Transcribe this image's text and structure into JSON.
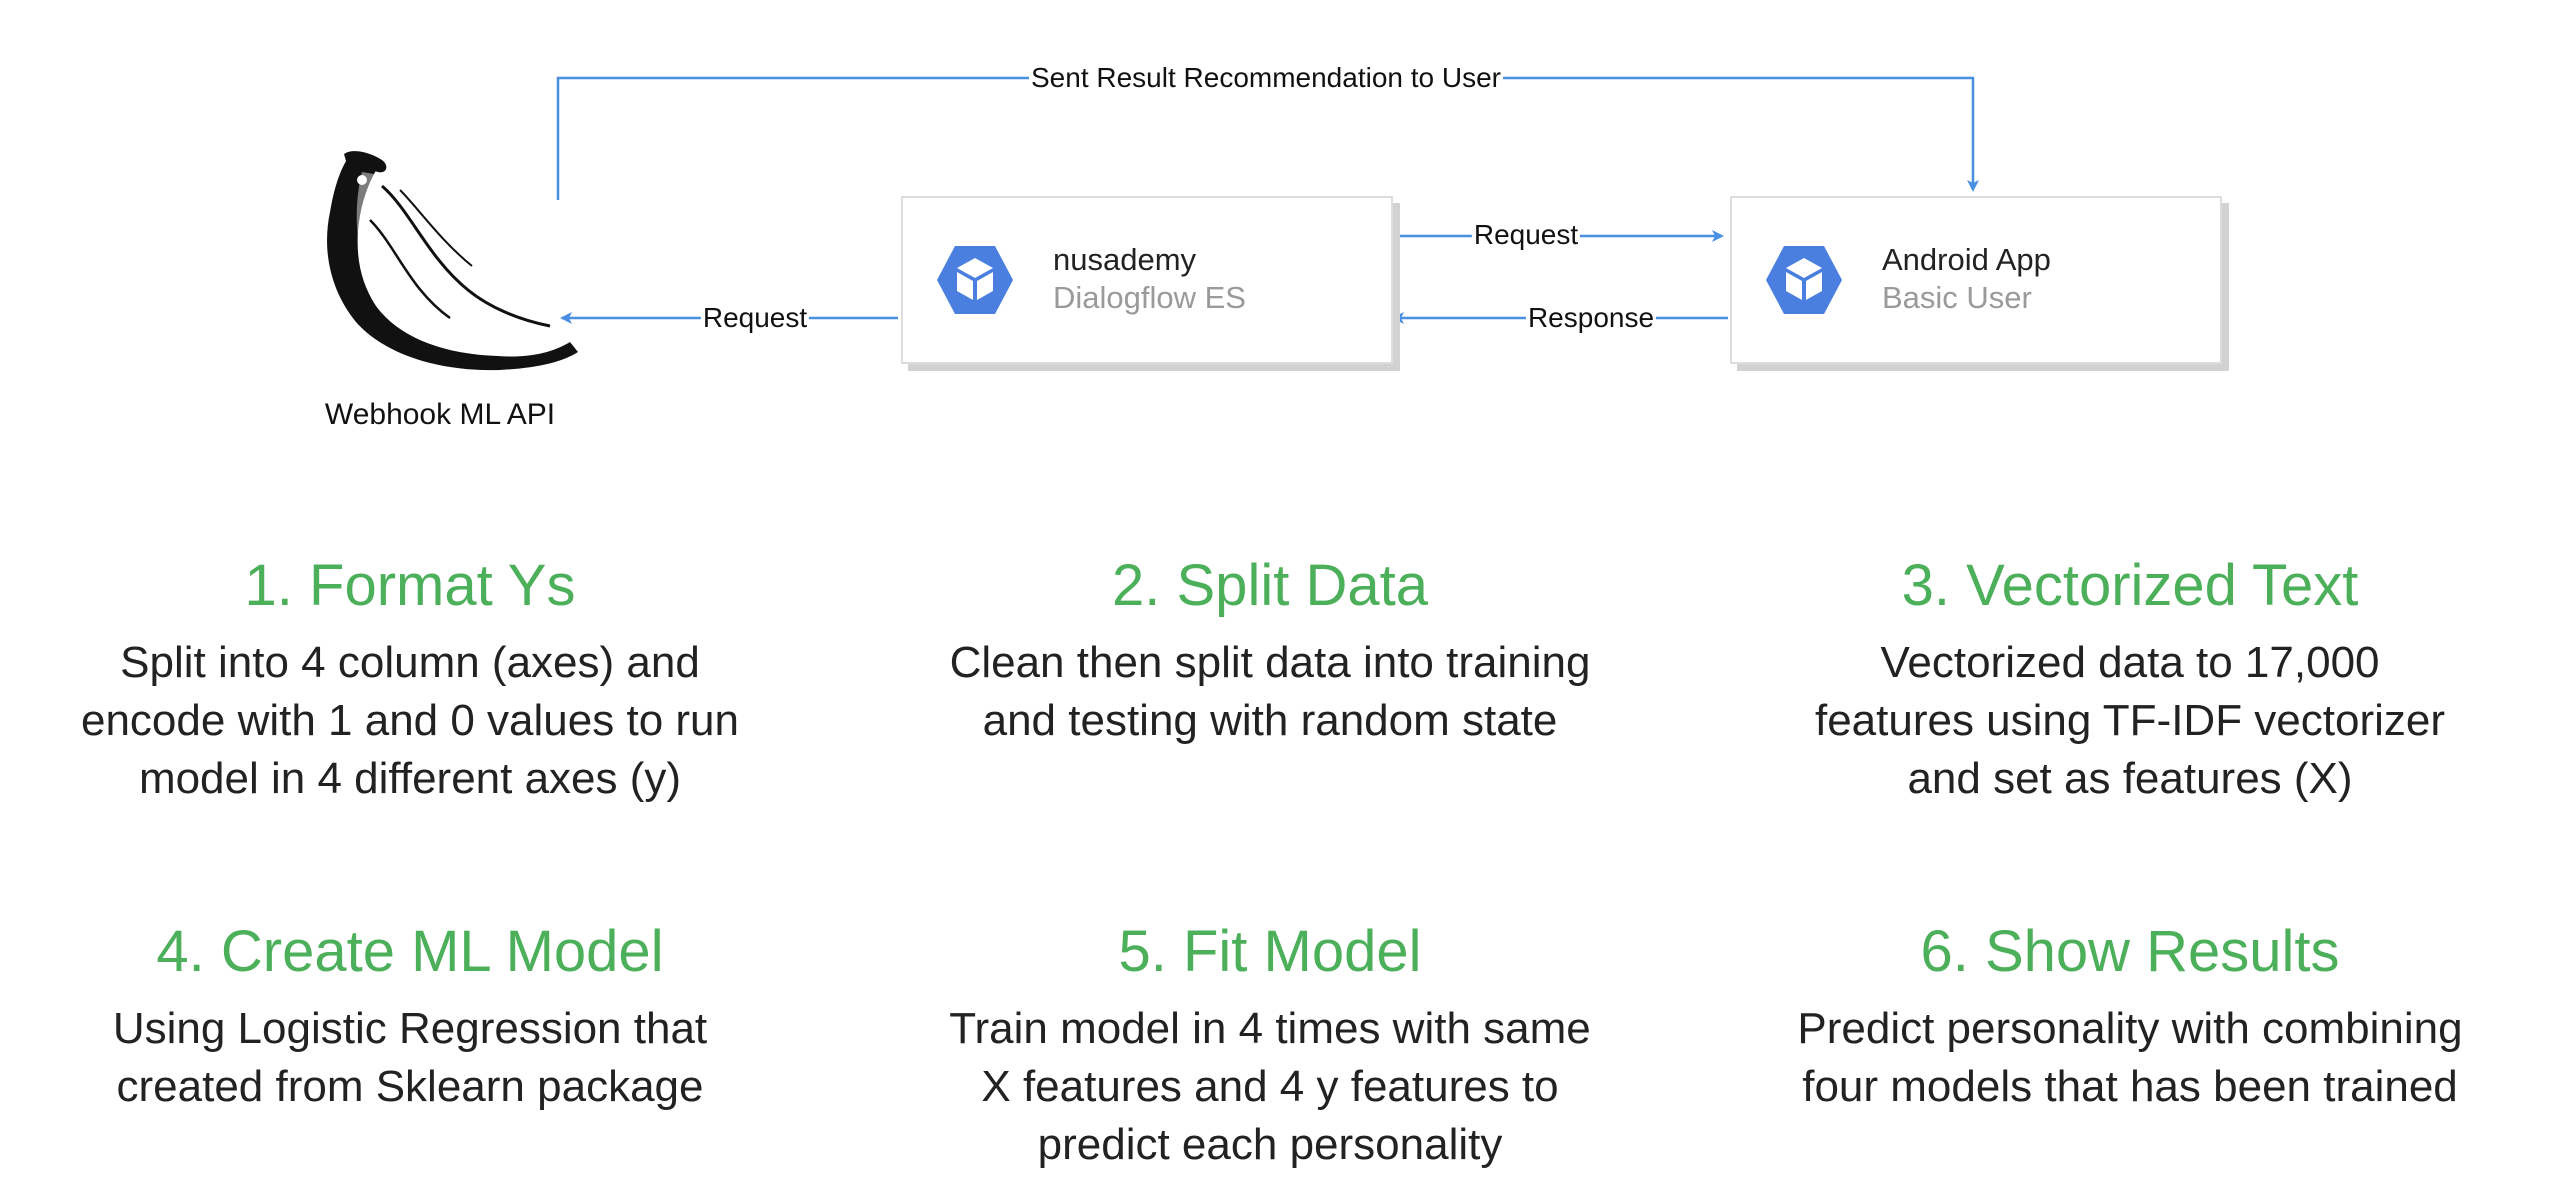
{
  "edges": {
    "sent_result": "Sent Result Recommendation to User",
    "request_app_to_df": "Request",
    "response_df_to_app": "Response",
    "request_df_to_webhook": "Request"
  },
  "nodes": {
    "dialogflow": {
      "title": "nusademy",
      "subtitle": "Dialogflow ES"
    },
    "android": {
      "title": "Android App",
      "subtitle": "Basic User"
    },
    "webhook": {
      "label": "Webhook ML API"
    }
  },
  "colors": {
    "arrow": "#4a90e2",
    "step_title": "#4caf5a",
    "icon": "#4a7fe0"
  },
  "steps": [
    {
      "title": "1. Format Ys",
      "lines": [
        "Split into 4 column (axes) and",
        "encode with 1 and 0 values to run",
        "model in 4 different axes (y)"
      ]
    },
    {
      "title": "2. Split Data",
      "lines": [
        "Clean then split data into training",
        "and testing with random state"
      ]
    },
    {
      "title": "3. Vectorized Text",
      "lines": [
        "Vectorized data to 17,000",
        "features using TF-IDF vectorizer",
        "and set as features (X)"
      ]
    },
    {
      "title": "4. Create ML Model",
      "lines": [
        "Using Logistic Regression that",
        "created from Sklearn package"
      ]
    },
    {
      "title": "5. Fit Model",
      "lines": [
        "Train model in 4 times with same",
        "X features and 4 y features to",
        "predict each personality"
      ]
    },
    {
      "title": "6. Show Results",
      "lines": [
        "Predict personality with combining",
        "four models that has been trained"
      ]
    }
  ]
}
